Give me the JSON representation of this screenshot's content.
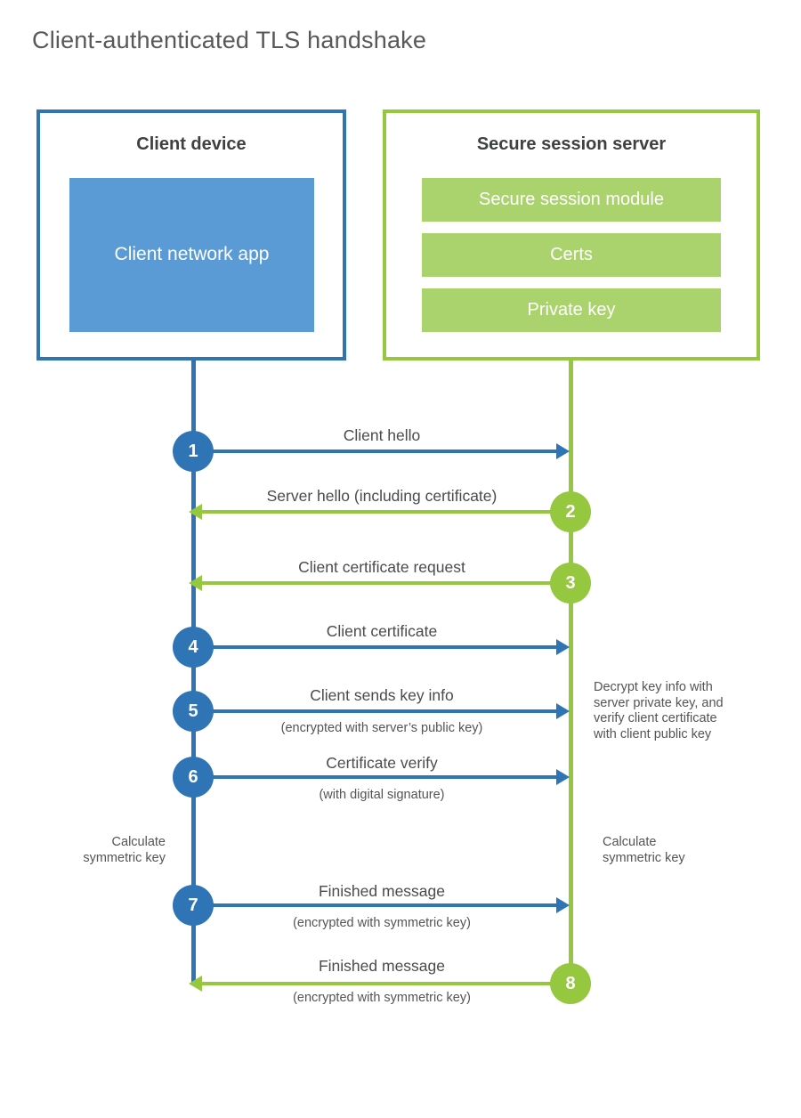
{
  "title": "Client-authenticated TLS handshake",
  "colors": {
    "blue": "#2f75b5",
    "blue_light": "#5b9bd5",
    "green": "#95c83e",
    "green_light": "#aad36e"
  },
  "client": {
    "title": "Client device",
    "app_label": "Client network app"
  },
  "server": {
    "title": "Secure session server",
    "modules": [
      "Secure session module",
      "Certs",
      "Private key"
    ]
  },
  "messages": [
    {
      "step": "1",
      "label": "Client hello",
      "from": "client",
      "to": "server"
    },
    {
      "step": "2",
      "label": "Server hello (including certificate)",
      "from": "server",
      "to": "client"
    },
    {
      "step": "3",
      "label": "Client certificate request",
      "from": "server",
      "to": "client"
    },
    {
      "step": "4",
      "label": "Client certificate",
      "from": "client",
      "to": "server"
    },
    {
      "step": "5",
      "label": "Client sends key info",
      "sublabel": "(encrypted with server’s public key)",
      "from": "client",
      "to": "server"
    },
    {
      "step": "6",
      "label": "Certificate verify",
      "sublabel": "(with digital signature)",
      "from": "client",
      "to": "server"
    },
    {
      "step": "7",
      "label": "Finished message",
      "sublabel": "(encrypted with symmetric key)",
      "from": "client",
      "to": "server"
    },
    {
      "step": "8",
      "label": "Finished message",
      "sublabel": "(encrypted with symmetric key)",
      "from": "server",
      "to": "client"
    }
  ],
  "annotations": {
    "decrypt_note": "Decrypt key info with\nserver private key, and\nverify client certificate\nwith client public key",
    "client_calculate": "Calculate\nsymmetric key",
    "server_calculate": "Calculate\nsymmetric key"
  }
}
